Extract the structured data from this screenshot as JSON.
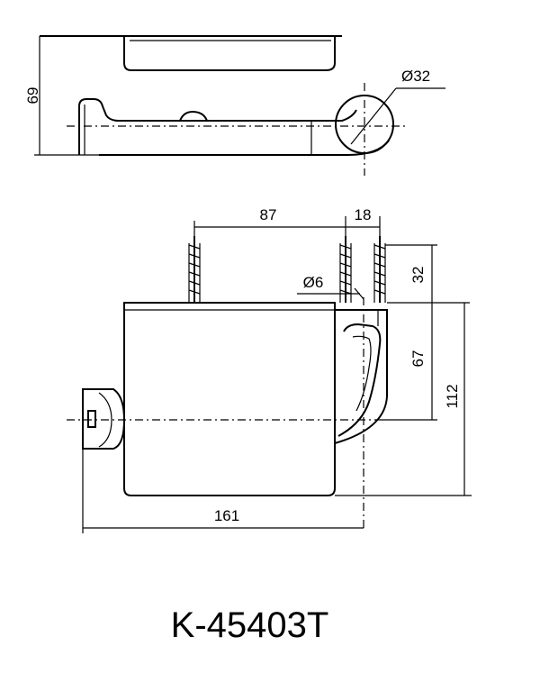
{
  "model": "K-45403T",
  "dimensions": {
    "height_top": "69",
    "diameter_roller": "Ø32",
    "screw_spacing": "87",
    "screw_offset": "18",
    "mount_height": "32",
    "screw_diameter": "Ø6",
    "arm_drop": "67",
    "total_height": "112",
    "total_width": "161"
  }
}
